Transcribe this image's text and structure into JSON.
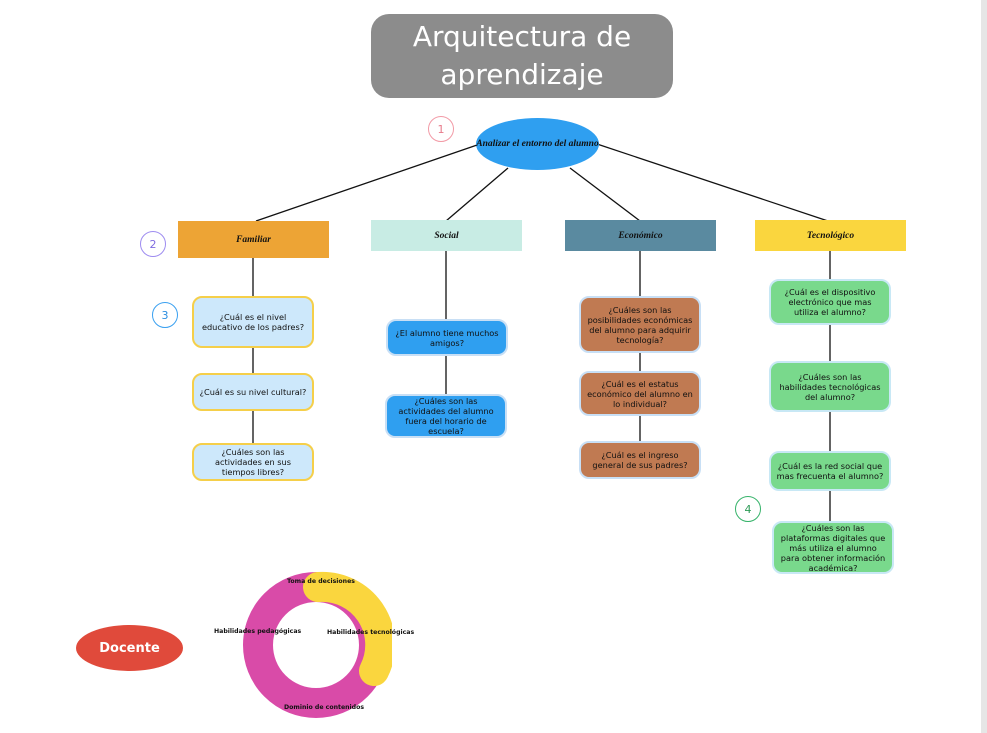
{
  "title": "Arquitectura de aprendizaje",
  "root": "Analizar el entorno del alumno",
  "step_numbers": [
    "1",
    "2",
    "3",
    "4"
  ],
  "categories": [
    {
      "label": "Familiar",
      "color": "#eda435"
    },
    {
      "label": "Social",
      "color": "#c8ece4"
    },
    {
      "label": "Económico",
      "color": "#5a8aa0"
    },
    {
      "label": "Tecnológico",
      "color": "#fad63e"
    }
  ],
  "questions": {
    "familiar": [
      "¿Cuál es el nivel educativo de los padres?",
      "¿Cuál es su nivel cultural?",
      "¿Cuáles son las actividades en sus tiempos libres?"
    ],
    "social": [
      "¿El alumno tiene muchos amigos?",
      "¿Cuáles son las actividades del alumno fuera del horario de escuela?"
    ],
    "economico": [
      "¿Cuáles son las posibilidades económicas del alumno para adquirir tecnología?",
      "¿Cuál es el estatus económico del alumno en lo individual?",
      "¿Cuál es el ingreso general de sus padres?"
    ],
    "tecnologico": [
      "¿Cuál es el dispositivo electrónico que mas utiliza el alumno?",
      "¿Cuáles son las habilidades tecnológicas del alumno?",
      "¿Cuál es la red social que mas frecuenta el alumno?",
      "¿Cuáles son las plataformas digitales que más utiliza el alumno para obtener información académica?"
    ]
  },
  "docente": "Docente",
  "ring": {
    "labels": [
      "Toma de decisiones",
      "Habilidades pedagógicas",
      "Habilidades tecnológicas",
      "Dominio de contenidos"
    ],
    "colors": {
      "pedagogicas": "#d94ba8",
      "tecnologicas": "#fad63e"
    }
  }
}
